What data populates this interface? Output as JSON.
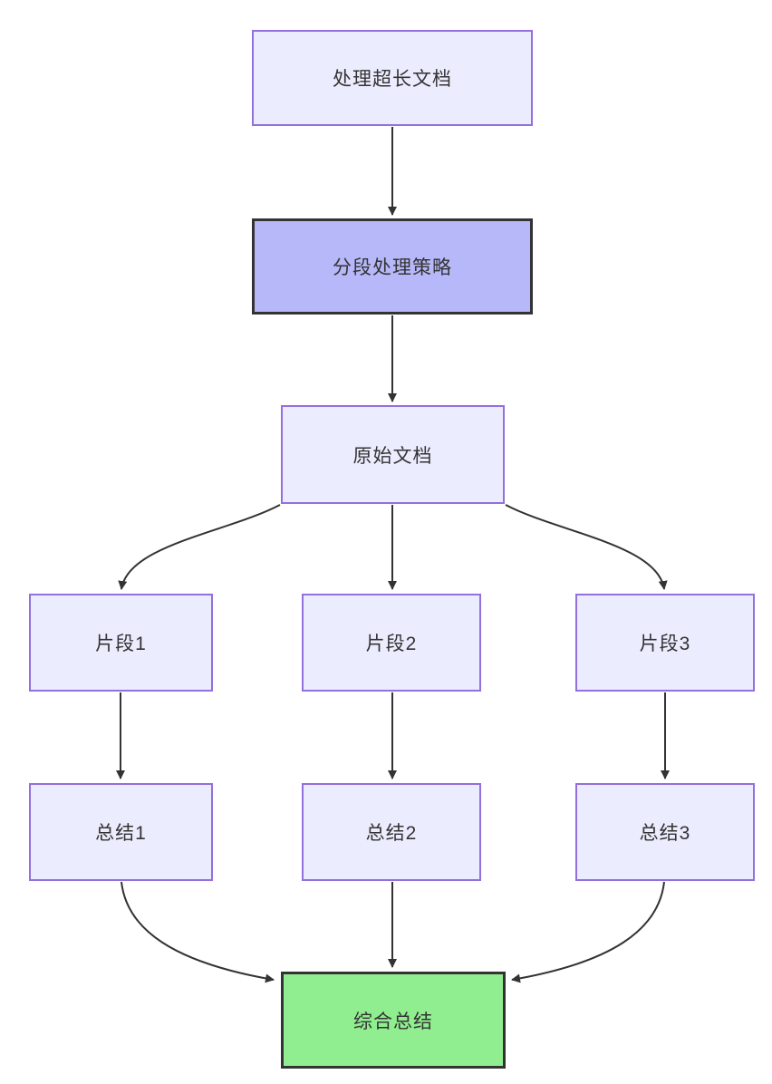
{
  "diagram": {
    "type": "flowchart",
    "direction": "top-down",
    "nodes": [
      {
        "id": "A",
        "label": "处理超长文档",
        "style": "default"
      },
      {
        "id": "B",
        "label": "分段处理策略",
        "style": "emphasis"
      },
      {
        "id": "C",
        "label": "原始文档",
        "style": "default"
      },
      {
        "id": "D1",
        "label": "片段1",
        "style": "default"
      },
      {
        "id": "D2",
        "label": "片段2",
        "style": "default"
      },
      {
        "id": "D3",
        "label": "片段3",
        "style": "default"
      },
      {
        "id": "E1",
        "label": "总结1",
        "style": "default"
      },
      {
        "id": "E2",
        "label": "总结2",
        "style": "default"
      },
      {
        "id": "E3",
        "label": "总结3",
        "style": "default"
      },
      {
        "id": "F",
        "label": "综合总结",
        "style": "success"
      }
    ],
    "edges": [
      {
        "from": "处理超长文档",
        "to": "分段处理策略"
      },
      {
        "from": "分段处理策略",
        "to": "原始文档"
      },
      {
        "from": "原始文档",
        "to": "片段1"
      },
      {
        "from": "原始文档",
        "to": "片段2"
      },
      {
        "from": "原始文档",
        "to": "片段3"
      },
      {
        "from": "片段1",
        "to": "总结1"
      },
      {
        "from": "片段2",
        "to": "总结2"
      },
      {
        "from": "片段3",
        "to": "总结3"
      },
      {
        "from": "总结1",
        "to": "综合总结"
      },
      {
        "from": "总结2",
        "to": "综合总结"
      },
      {
        "from": "总结3",
        "to": "综合总结"
      }
    ]
  },
  "colors": {
    "background": "#FFFFFF",
    "node-fill": "#ECECFF",
    "node-stroke": "#9370DB",
    "emphasis-fill": "#B7B8F9",
    "emphasis-stroke": "#333333",
    "success-fill": "#90EE90",
    "success-stroke": "#333333",
    "edge": "#333333",
    "text": "#333333"
  }
}
